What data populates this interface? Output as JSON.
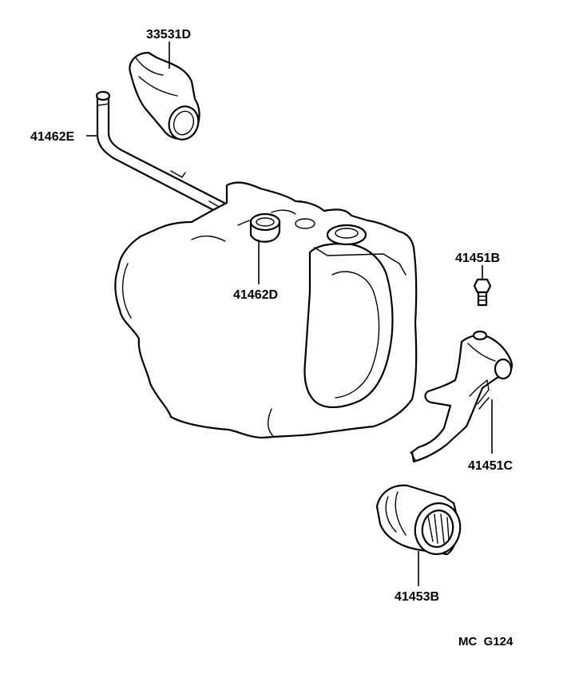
{
  "labels": {
    "hose": "33531D",
    "breather_tube": "41462E",
    "plug": "41462D",
    "bolt": "41451B",
    "fork": "41451C",
    "bearing": "41453B"
  },
  "figure_code": "MC  G124",
  "icons": [
    "breather-hose-icon",
    "breather-tube-icon",
    "transmission-case-icon",
    "plug-icon",
    "bolt-icon",
    "shift-fork-icon",
    "needle-bearing-icon"
  ]
}
